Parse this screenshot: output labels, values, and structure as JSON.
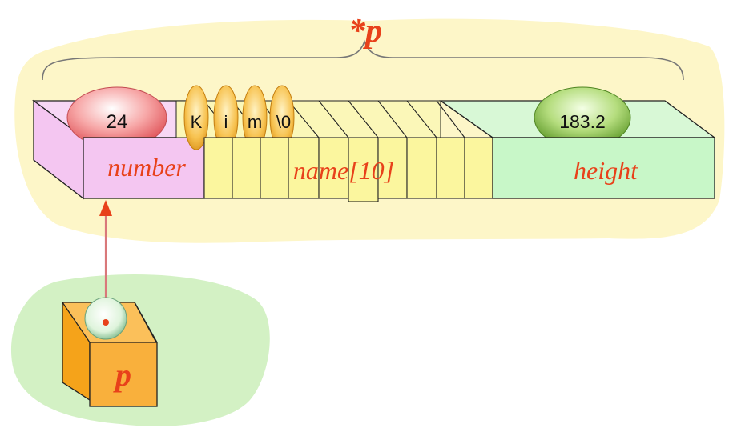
{
  "diagram": {
    "struct_label": "*p",
    "fields": {
      "number": {
        "label": "number",
        "value": "24"
      },
      "name": {
        "label": "name[10]",
        "chars": [
          "K",
          "i",
          "m",
          "\\0"
        ]
      },
      "height": {
        "label": "height",
        "value": "183.2"
      }
    },
    "pointer": {
      "label": "p"
    },
    "colors": {
      "accent_text": "#e8411a",
      "struct_blob": "#fdf6c8",
      "pointer_blob": "#d3f1c4",
      "number_box": "#f4c6f1",
      "name_box": "#fbf69e",
      "height_box": "#c8f7c8",
      "pointer_box": "#f9b03c",
      "arrow": "#d9787a"
    }
  }
}
